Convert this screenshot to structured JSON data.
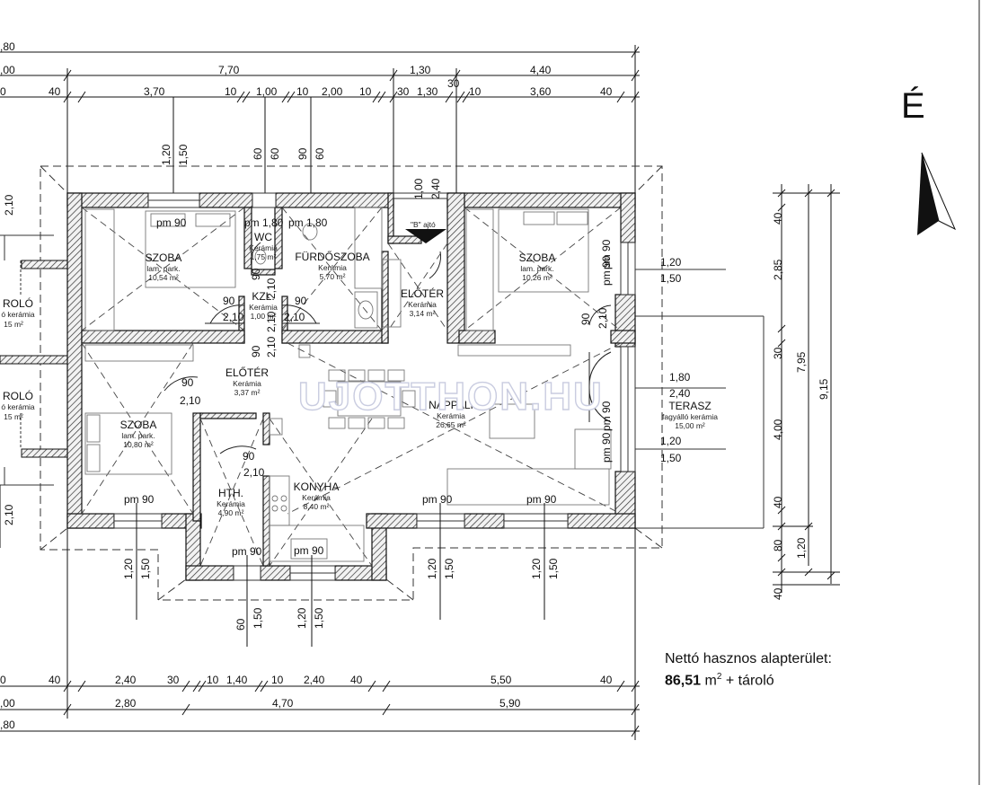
{
  "compass": {
    "label": "É"
  },
  "watermark": "UJOTTHON.HU",
  "summary": {
    "label": "Nettó hasznos alapterület:",
    "value": "86,51",
    "unit": "m",
    "unit_sup": "2",
    "suffix": "+ tároló"
  },
  "rooms": [
    {
      "name": "SZOBA",
      "floor": "lam. park.",
      "area": "10,54 m²"
    },
    {
      "name": "WC",
      "floor": "Kerámia",
      "area": "1,75 m²"
    },
    {
      "name": "FÜRDŐSZOBA",
      "floor": "Kerámia",
      "area": "5,70 m²"
    },
    {
      "name": "ELŐTÉR",
      "floor": "Kerámia",
      "area": "3,14 m²"
    },
    {
      "name": "SZOBA",
      "floor": "lam. park.",
      "area": "10,26 m²"
    },
    {
      "name": "KZL.",
      "floor": "Kerámia",
      "area": "1,00 m²"
    },
    {
      "name": "ELŐTÉR",
      "floor": "Kerámia",
      "area": "3,37 m²"
    },
    {
      "name": "NAPPALI",
      "floor": "Kerámia",
      "area": "26,65 m²"
    },
    {
      "name": "SZOBA",
      "floor": "lam. park.",
      "area": "10,80 m²"
    },
    {
      "name": "HTH.",
      "floor": "Kerámia",
      "area": "4,90 m²"
    },
    {
      "name": "KONYHA",
      "floor": "Kerámia",
      "area": "8,40 m²"
    },
    {
      "name": "TERASZ",
      "floor": "fagyálló kerámia",
      "area": "15,00 m²"
    },
    {
      "name": "ROLÓ",
      "floor": "ó kerámia",
      "area": "15 m²"
    },
    {
      "name": "ROLÓ",
      "floor": "ó kerámia",
      "area": "15 m²"
    }
  ],
  "dimensions": {
    "top_row1": ",80",
    "top_row2": [
      ",00",
      "7,70",
      "1,30",
      "4,40"
    ],
    "top_row3": [
      "0",
      "40",
      "3,70",
      "10",
      "1,00",
      "10",
      "2,00",
      "10",
      "30",
      "1,30",
      "30",
      "10",
      "3,60",
      "40"
    ],
    "bottom_row1": [
      "0",
      "40",
      "2,40",
      "30",
      "10",
      "1,40",
      "10",
      "2,40",
      "40",
      "5,50",
      "40"
    ],
    "bottom_row2": [
      ",00",
      "2,80",
      "4,70",
      "5,90"
    ],
    "bottom_row3": ",80",
    "right_col1": [
      "40",
      "2,85",
      "30",
      "4,00",
      "40",
      "80",
      "40"
    ],
    "right_col2": [
      "7,95",
      "1,20"
    ],
    "right_col3": "9,15",
    "left": [
      "2,10",
      "2,10"
    ],
    "openings_top": [
      "1,20",
      "1,50",
      "60",
      "60",
      "90",
      "60",
      "1,00",
      "2,40"
    ],
    "openings_bottom": [
      "1,20",
      "1,50",
      "60",
      "1,50",
      "1,20",
      "1,50",
      "1,20",
      "1,50",
      "1,20",
      "1,50"
    ],
    "interior": [
      "pm 90",
      "pm 1,80",
      "pm 1,80",
      "90",
      "90",
      "90",
      "2,10",
      "2,10",
      "2,10",
      "90",
      "2,10",
      "2,10",
      "90",
      "2,10",
      "pm 90",
      "90",
      "2,10",
      "pm 90",
      "pm 90",
      "pm 90",
      "pm 90",
      "pm 90",
      "pm 90",
      "pm 90",
      "90",
      "2,10",
      "pm 90",
      "1,20",
      "1,50",
      "1,80",
      "2,40",
      "1,20",
      "1,50"
    ]
  }
}
